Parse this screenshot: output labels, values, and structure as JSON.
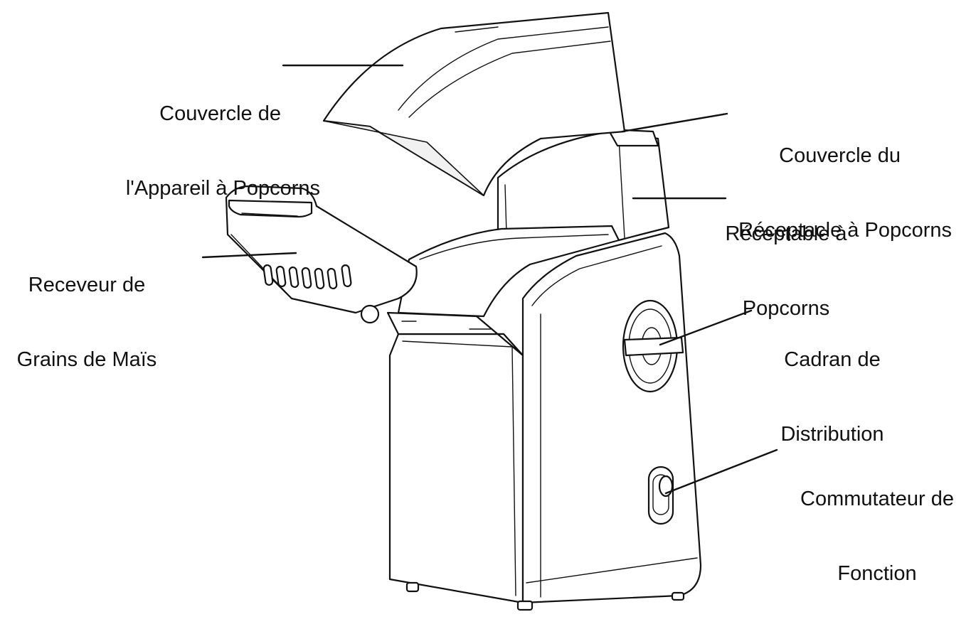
{
  "labels": {
    "machine_lid": {
      "line1": "Couvercle de",
      "line2": "l'Appareil à Popcorns"
    },
    "bowl_lid": {
      "line1": "Couvercle du",
      "line2": "Réceptacle à Popcorns"
    },
    "bowl": {
      "line1": "Réceptable à",
      "line2": "Popcorns"
    },
    "kernel_receiver": {
      "line1": "Receveur de",
      "line2": "Grains de Maïs"
    },
    "dispensing_dial": {
      "line1": "Cadran de",
      "line2": "Distribution"
    },
    "function_switch": {
      "line1": "Commutateur de",
      "line2": "Fonction"
    }
  }
}
